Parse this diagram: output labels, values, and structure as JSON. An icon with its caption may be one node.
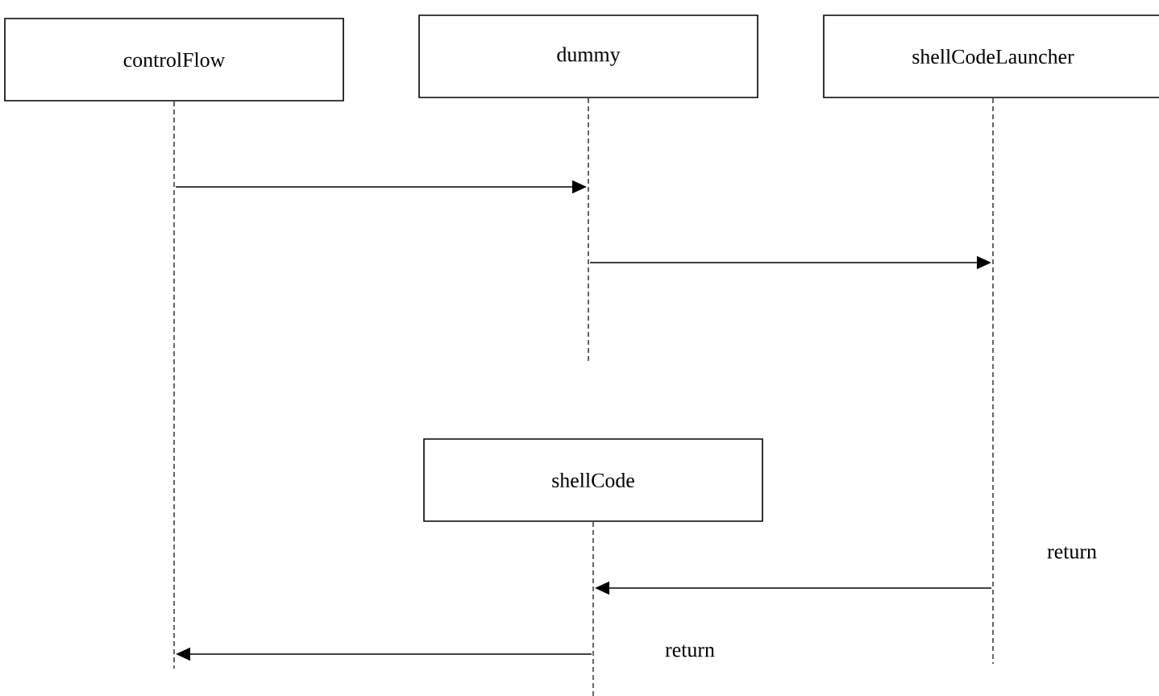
{
  "diagram": {
    "nodes": [
      {
        "text": [
          "controlFlow"
        ]
      },
      {
        "text": [
          "dummy"
        ]
      },
      {
        "text": [
          "shellCodeLauncher"
        ]
      },
      {
        "text": [
          "shellCode"
        ]
      }
    ],
    "edges": [
      {
        "from": 0,
        "to": 1,
        "arrow": "to"
      },
      {
        "from": 1,
        "to": 2,
        "arrow": "to"
      },
      {
        "from": 2,
        "to": 3,
        "arrow": "to",
        "label": "return"
      },
      {
        "from": 3,
        "to": 0,
        "arrow": "to",
        "label": "return"
      }
    ]
  }
}
